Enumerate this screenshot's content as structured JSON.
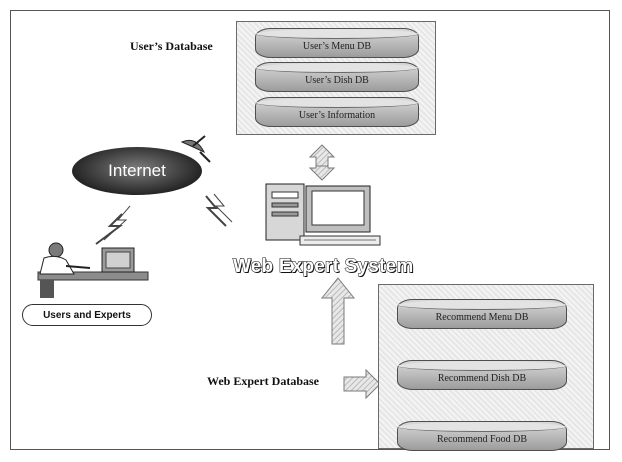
{
  "users_db": {
    "title": "User’s Database",
    "items": [
      "User’s Menu DB",
      "User’s Dish DB",
      "User’s Information"
    ]
  },
  "internet_label": "Internet",
  "users_label": "Users and Experts",
  "system_label": "Web Expert System",
  "expert_db": {
    "title": "Web Expert Database",
    "items": [
      "Recommend Menu DB",
      "Recommend Dish DB",
      "Recommend Food DB"
    ]
  }
}
